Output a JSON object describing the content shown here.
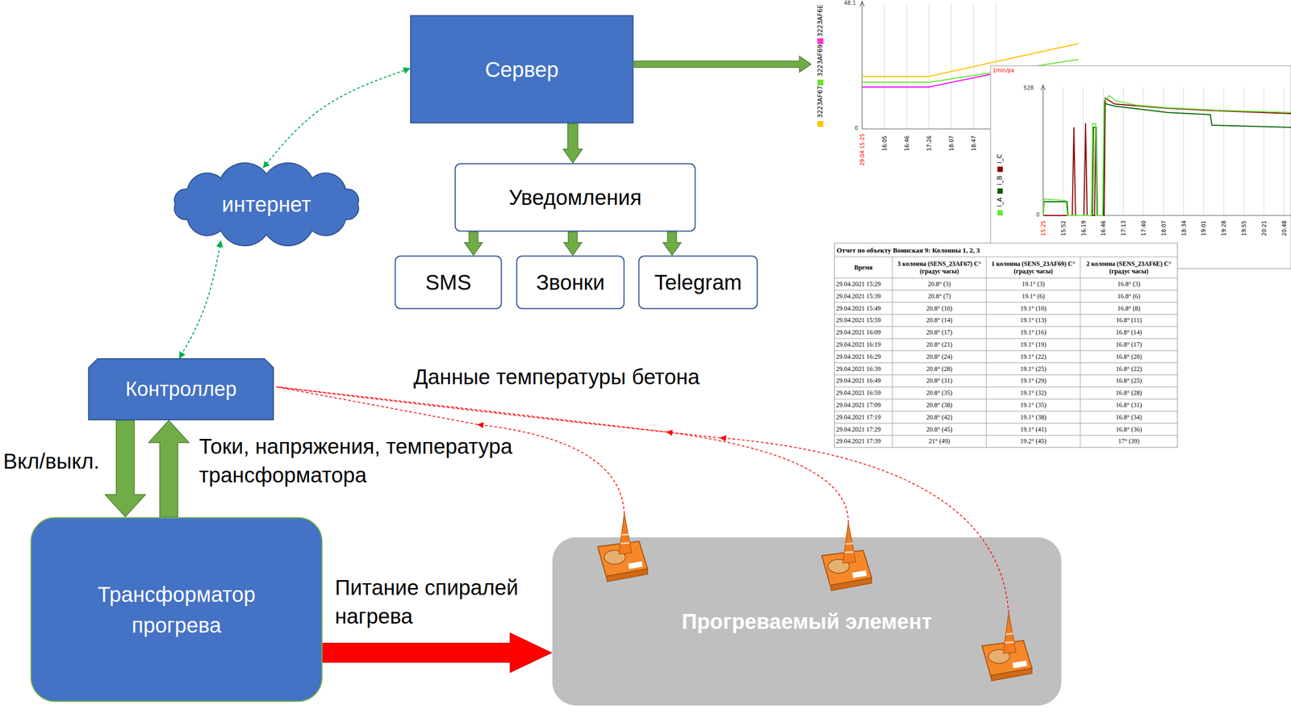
{
  "diagram": {
    "nodes": [
      {
        "text": [
          "Сервер"
        ]
      },
      {
        "text": [
          "Уведомления"
        ]
      },
      {
        "text": [
          "SMS"
        ]
      },
      {
        "text": [
          "Звонки"
        ]
      },
      {
        "text": [
          "Telegram"
        ]
      },
      {
        "text": [
          "интернет"
        ]
      },
      {
        "text": [
          "Контроллер"
        ]
      },
      {
        "text": [
          "Трансформатор прогрева"
        ]
      },
      {
        "text": [
          "Прогреваемый элемент"
        ]
      }
    ],
    "edges": [
      {
        "from": 0,
        "to": 1,
        "arrow": "to"
      },
      {
        "from": 1,
        "to": 2,
        "arrow": "to"
      },
      {
        "from": 1,
        "to": 3,
        "arrow": "to"
      },
      {
        "from": 1,
        "to": 4,
        "arrow": "to"
      },
      {
        "from": 5,
        "to": 0,
        "arrow": "both"
      },
      {
        "from": 5,
        "to": 6,
        "arrow": "both"
      },
      {
        "from": 6,
        "to": 7,
        "arrow": "to",
        "label": "Вкл/выкл."
      },
      {
        "from": 7,
        "to": 6,
        "arrow": "to",
        "label": "Токи, напряжения, температура трансформатора"
      },
      {
        "from": 7,
        "to": 8,
        "arrow": "to",
        "label": "Питание спиралей нагрева"
      }
    ],
    "labels": [
      "Данные температуры бетона",
      "48.1",
      "3223AF6E",
      "3223AF69",
      "3223AF67",
      "0",
      "29.04 15:25",
      "16:05",
      "16:46",
      "17:26",
      "18:07",
      "18:47",
      "1min/px",
      "528",
      "I_C",
      "I_B",
      "I_A",
      "0",
      "15:25",
      "15:52",
      "16:19",
      "16:46",
      "17:13",
      "17:40",
      "18:07",
      "18:34",
      "19:01",
      "19:28",
      "19:55",
      "20:21",
      "20:48",
      "Отчет по объекту Воинская 9: Колонны 1, 2, 3",
      "Время",
      "3 колонна (SENS_23AF67) C° (градус часы)",
      "1 колонна (SENS_23AF69) C° (градус часы)",
      "2 колонна (SENS_23AF6E) C° (градус часы)",
      "29.04.2021 15:29",
      "20.8° (3)",
      "19.1° (3)",
      "16.8° (3)",
      "29.04.2021 15:39",
      "20.8° (7)",
      "19.1° (6)",
      "16.8° (6)",
      "29.04.2021 15:49",
      "20.8° (10)",
      "19.1° (10)",
      "16.8° (8)",
      "29.04.2021 15:59",
      "20.8° (14)",
      "19.1° (13)",
      "16.8° (11)",
      "29.04.2021 16:09",
      "20.8° (17)",
      "19.1° (16)",
      "16.8° (14)",
      "29.04.2021 16:19",
      "20.8° (21)",
      "19.1° (19)",
      "16.8° (17)",
      "29.04.2021 16:29",
      "20.8° (24)",
      "19.1° (22)",
      "16.8° (20)",
      "29.04.2021 16:39",
      "20.8° (28)",
      "19.1° (25)",
      "16.8° (22)",
      "29.04.2021 16:49",
      "20.8° (31)",
      "19.1° (29)",
      "16.8° (25)",
      "29.04.2021 16:59",
      "20.8° (35)",
      "19.1° (32)",
      "16.8° (28)",
      "29.04.2021 17:09",
      "20.8° (38)",
      "19.1° (35)",
      "16.8° (31)",
      "29.04.2021 17:19",
      "20.8° (42)",
      "19.1° (38)",
      "16.8° (34)",
      "29.04.2021 17:29",
      "20.8° (45)",
      "19.1° (41)",
      "16.8° (36)",
      "29.04.2021 17:39",
      "21° (49)",
      "19.2° (45)",
      "17° (39)"
    ]
  }
}
